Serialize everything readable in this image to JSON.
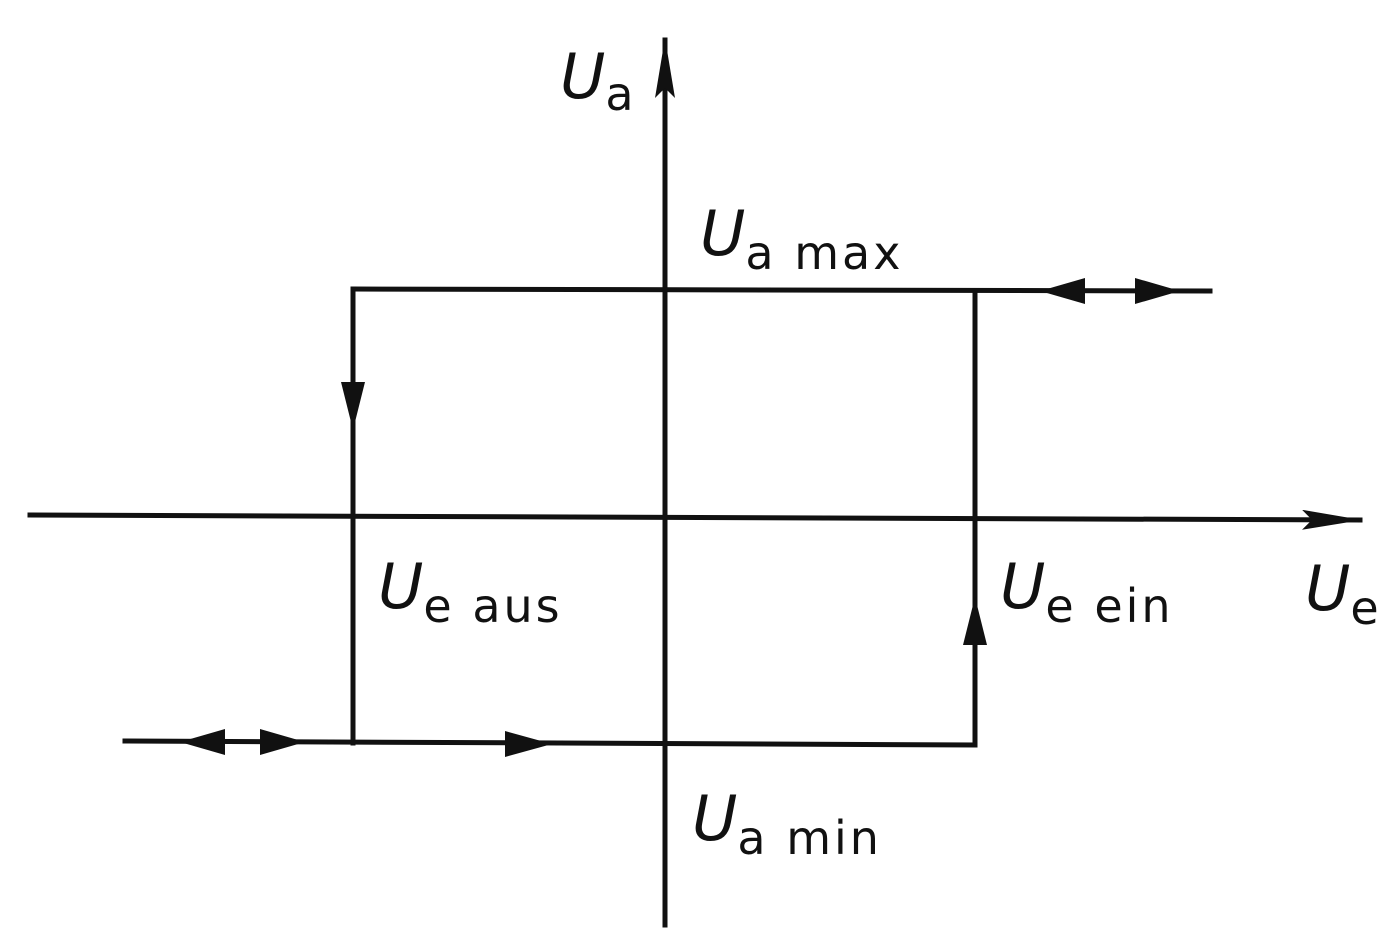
{
  "colors": {
    "line": "#111111",
    "background": "#ffffff"
  },
  "axes": {
    "y_axis_label": {
      "main": "U",
      "sub": "a"
    },
    "x_axis_label": {
      "main": "U",
      "sub": "e"
    }
  },
  "labels": {
    "u_a_max": {
      "main": "U",
      "sub": "a max"
    },
    "u_a_min": {
      "main": "U",
      "sub": "a min"
    },
    "u_e_aus": {
      "main": "U",
      "sub": "e aus"
    },
    "u_e_ein": {
      "main": "U",
      "sub": "e ein"
    }
  }
}
